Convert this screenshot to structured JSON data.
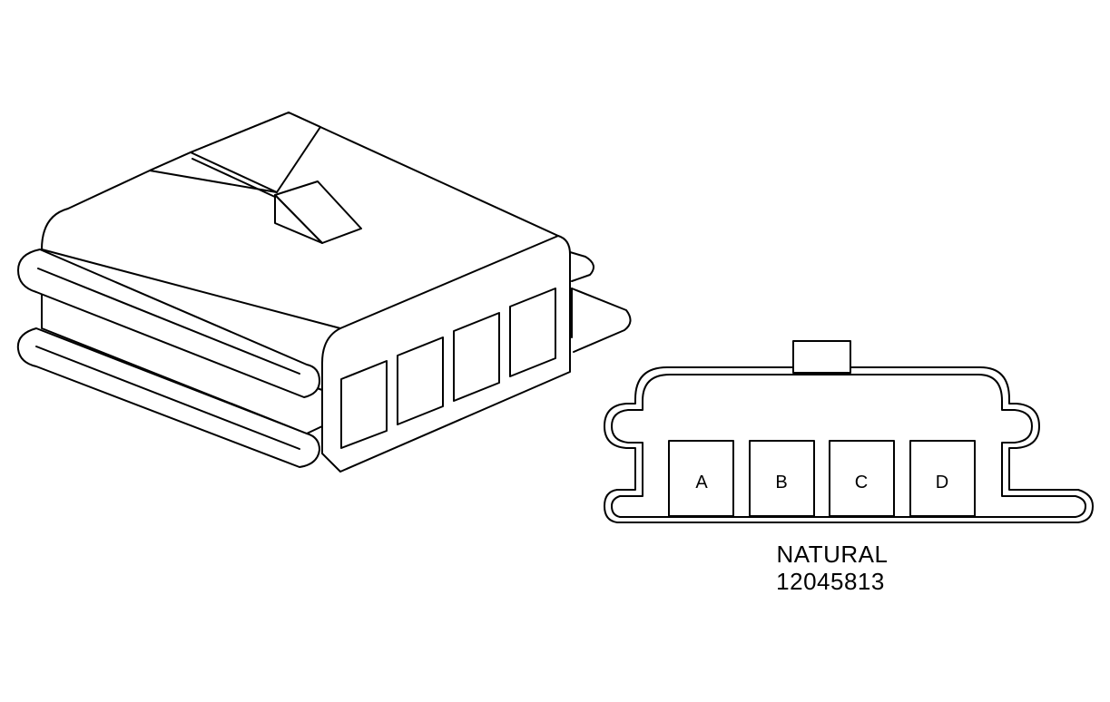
{
  "connector": {
    "pins": [
      "A",
      "B",
      "C",
      "D"
    ],
    "color": "NATURAL",
    "part_number": "12045813"
  },
  "colors": {
    "line": "#000000",
    "background": "#ffffff"
  }
}
